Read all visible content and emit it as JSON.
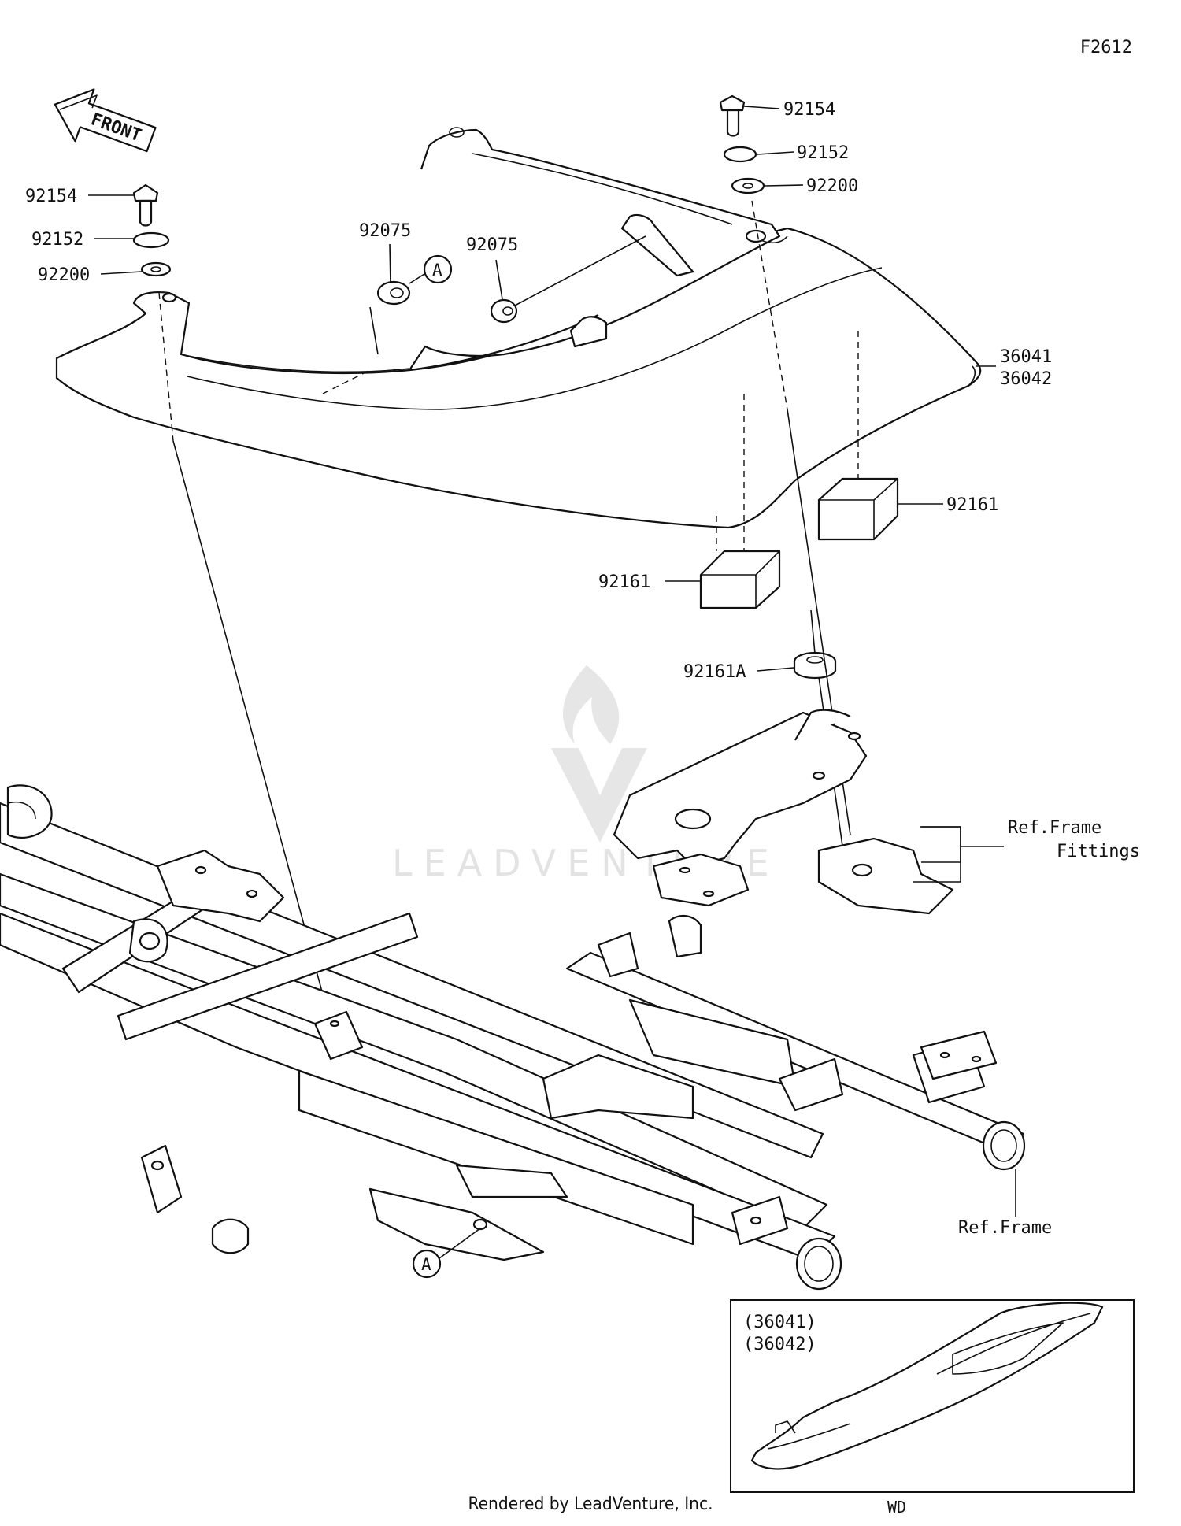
{
  "figure_code": "F2612",
  "front_marker": "FRONT",
  "callouts": {
    "bolt_left": "92154",
    "collar_left": "92152",
    "washer_left": "92200",
    "bolt_right": "92154",
    "collar_right": "92152",
    "washer_right": "92200",
    "grommet_left": "92075",
    "grommet_right": "92075",
    "ref_a_top": "A",
    "ref_a_bottom": "A",
    "cover_part_1": "36041",
    "cover_part_2": "36042",
    "pad_right": "92161",
    "pad_left": "92161",
    "grommet_frame": "92161A",
    "frame_fittings_1": "Ref.Frame",
    "frame_fittings_2": "Fittings",
    "frame_ref": "Ref.Frame"
  },
  "inset": {
    "label_1": "(36041)",
    "label_2": "(36042)",
    "caption": "WD"
  },
  "watermark": "LEADVENTURE",
  "footer": "Rendered by LeadVenture, Inc."
}
